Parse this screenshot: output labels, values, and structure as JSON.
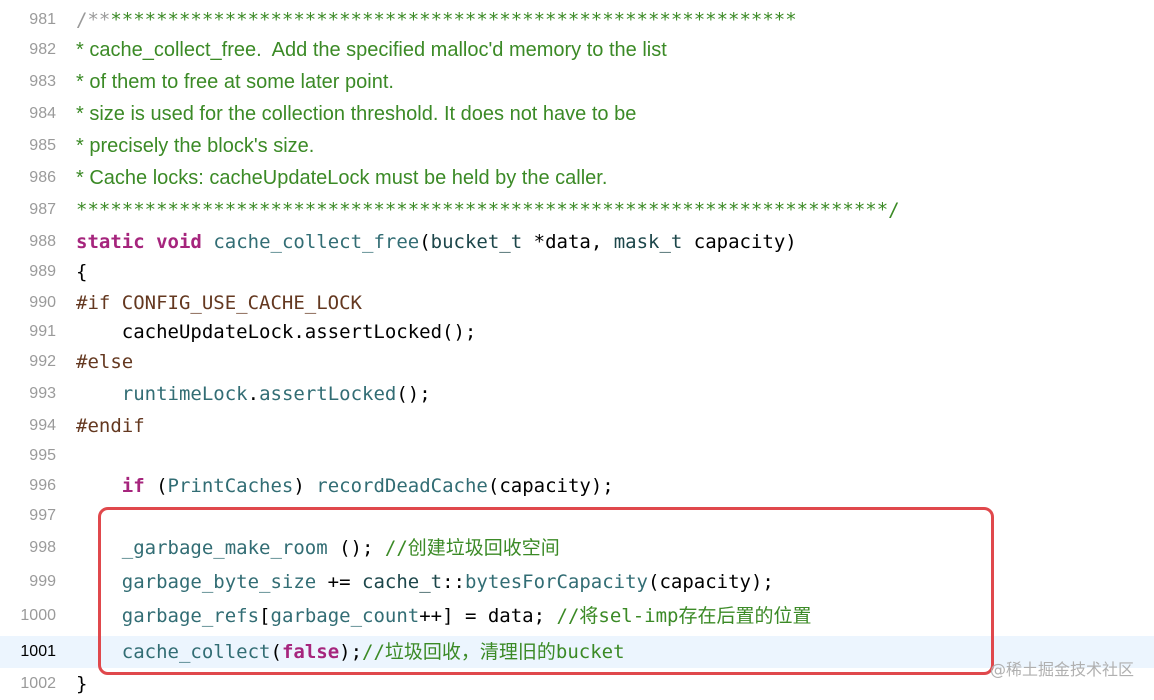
{
  "lines": [
    {
      "num": "981",
      "tokens": [
        {
          "t": "/**",
          "c": "faded"
        },
        {
          "t": "************************************************************",
          "c": "comment"
        }
      ]
    },
    {
      "num": "982",
      "prose": "* cache_collect_free.  Add the specified malloc'd memory to the list"
    },
    {
      "num": "983",
      "prose": "* of them to free at some later point."
    },
    {
      "num": "984",
      "prose": "* size is used for the collection threshold. It does not have to be"
    },
    {
      "num": "985",
      "prose": "* precisely the block's size."
    },
    {
      "num": "986",
      "prose": "* Cache locks: cacheUpdateLock must be held by the caller."
    },
    {
      "num": "987",
      "tokens": [
        {
          "t": "***********************************************************************/",
          "c": "comment"
        }
      ]
    },
    {
      "num": "988",
      "tokens": [
        {
          "t": "static",
          "c": "kw"
        },
        {
          "t": " ",
          "c": "plain"
        },
        {
          "t": "void",
          "c": "kw"
        },
        {
          "t": " ",
          "c": "plain"
        },
        {
          "t": "cache_collect_free",
          "c": "func"
        },
        {
          "t": "(",
          "c": "plain"
        },
        {
          "t": "bucket_t",
          "c": "type"
        },
        {
          "t": " *data, ",
          "c": "plain"
        },
        {
          "t": "mask_t",
          "c": "type"
        },
        {
          "t": " capacity)",
          "c": "plain"
        }
      ]
    },
    {
      "num": "989",
      "tokens": [
        {
          "t": "{",
          "c": "plain"
        }
      ]
    },
    {
      "num": "990",
      "tokens": [
        {
          "t": "#if CONFIG_USE_CACHE_LOCK",
          "c": "pre"
        }
      ]
    },
    {
      "num": "991",
      "tokens": [
        {
          "t": "    cacheUpdateLock.assertLocked();",
          "c": "plain"
        }
      ]
    },
    {
      "num": "992",
      "tokens": [
        {
          "t": "#else",
          "c": "pre"
        }
      ]
    },
    {
      "num": "993",
      "tokens": [
        {
          "t": "    ",
          "c": "plain"
        },
        {
          "t": "runtimeLock",
          "c": "var"
        },
        {
          "t": ".",
          "c": "plain"
        },
        {
          "t": "assertLocked",
          "c": "var"
        },
        {
          "t": "();",
          "c": "plain"
        }
      ]
    },
    {
      "num": "994",
      "tokens": [
        {
          "t": "#endif",
          "c": "pre"
        }
      ]
    },
    {
      "num": "995",
      "tokens": []
    },
    {
      "num": "996",
      "tokens": [
        {
          "t": "    ",
          "c": "plain"
        },
        {
          "t": "if",
          "c": "kw"
        },
        {
          "t": " (",
          "c": "plain"
        },
        {
          "t": "PrintCaches",
          "c": "var"
        },
        {
          "t": ") ",
          "c": "plain"
        },
        {
          "t": "recordDeadCache",
          "c": "var"
        },
        {
          "t": "(capacity);",
          "c": "plain"
        }
      ]
    },
    {
      "num": "997",
      "tokens": []
    },
    {
      "num": "998",
      "tokens": [
        {
          "t": "    ",
          "c": "plain"
        },
        {
          "t": "_garbage_make_room",
          "c": "var"
        },
        {
          "t": " (); ",
          "c": "plain"
        },
        {
          "t": "//创建垃圾回收空间",
          "c": "comment"
        }
      ]
    },
    {
      "num": "999",
      "tokens": [
        {
          "t": "    ",
          "c": "plain"
        },
        {
          "t": "garbage_byte_size",
          "c": "var"
        },
        {
          "t": " += ",
          "c": "plain"
        },
        {
          "t": "cache_t",
          "c": "type"
        },
        {
          "t": "::",
          "c": "plain"
        },
        {
          "t": "bytesForCapacity",
          "c": "var"
        },
        {
          "t": "(capacity);",
          "c": "plain"
        }
      ]
    },
    {
      "num": "1000",
      "tokens": [
        {
          "t": "    ",
          "c": "plain"
        },
        {
          "t": "garbage_refs",
          "c": "var"
        },
        {
          "t": "[",
          "c": "plain"
        },
        {
          "t": "garbage_count",
          "c": "var"
        },
        {
          "t": "++] = data; ",
          "c": "plain"
        },
        {
          "t": "//将sel-imp存在后置的位置",
          "c": "comment"
        }
      ]
    },
    {
      "num": "1001",
      "current": true,
      "tokens": [
        {
          "t": "    ",
          "c": "plain"
        },
        {
          "t": "cache_collect",
          "c": "var"
        },
        {
          "t": "(",
          "c": "plain"
        },
        {
          "t": "false",
          "c": "kw"
        },
        {
          "t": ");",
          "c": "plain"
        },
        {
          "t": "//垃圾回收，清理旧的bucket",
          "c": "comment"
        }
      ]
    },
    {
      "num": "1002",
      "tokens": [
        {
          "t": "}",
          "c": "plain"
        }
      ]
    }
  ],
  "watermark": "@稀土掘金技术社区",
  "colors": {
    "comment": "#3b8a26",
    "keyword": "#a6257d",
    "function": "#326d74",
    "type": "#1c464a",
    "preprocessor": "#643820",
    "highlight_border": "#e0484c",
    "current_line_bg": "#ecf5fe"
  }
}
